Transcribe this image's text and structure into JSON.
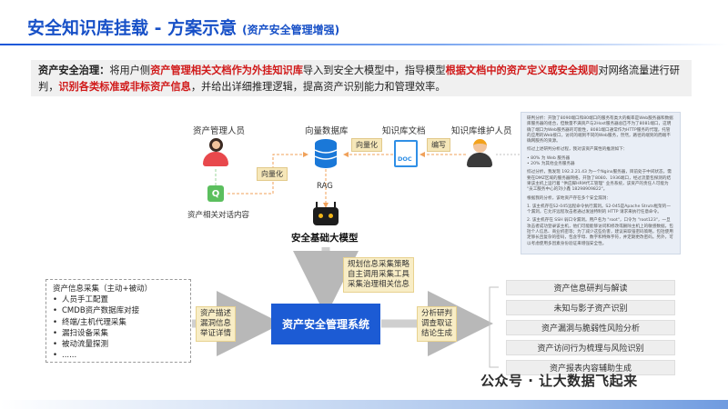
{
  "title": {
    "main": "安全知识库挂载 - 方案示意",
    "sub": "(资产安全管理增强)"
  },
  "summary": {
    "lead": "资产安全治理：",
    "p1": "将用户侧",
    "r1": "资产管理相关文档作为外挂知识库",
    "p2": "导入到安全大模型中，指导模型",
    "r2": "根据文档中的资产定义或安全规则",
    "p3": "对网络流量进行研判，",
    "r3": "识别各类标准或非标资产信息",
    "p4": "，并给出详细推理逻辑，提高资产识别能力和管理效率。"
  },
  "diagram": {
    "asset_admin": "资产管理人员",
    "vector_db": "向量数据库",
    "kb_doc": "知识库文档",
    "kb_maintainer": "知识库维护人员",
    "vectorize_left": "向量化",
    "vectorize_right": "向量化",
    "write": "编写",
    "rag": "RAG",
    "doc_icon_text": "DOC",
    "chat_label": "资产相关对话内容",
    "model_label": "安全基础大模型",
    "strategy_note": [
      "规划信息采集策略",
      "自主调用采集工具",
      "采集治理相关信息"
    ],
    "left_note": [
      "资产描述",
      "漏洞信息",
      "举证详情"
    ],
    "right_note": [
      "分析研判",
      "调查取证",
      "结论生成"
    ],
    "system": "资产安全管理系统"
  },
  "info_panel": {
    "p1": "研判分析：开放了8090端口和80端口的服务有类大的概率是Web服务器和数据库服务器的组合，但数量不满资产与2Host服务器总匹不为了8081端口，这明确了端口为Web服务器的可能性，8081端口通常作为HTTP服务的代理，托管的应用的Web接口，访问的端到不同的Web服务，然然，路径的端到的而端不确网服务的资源。",
    "p2": "综过上述研判分析过程，我对该资产属性的推测如下：",
    "b1": "• 80% 为 Web 服务器",
    "b2": "• 20% 为其他业务服务器",
    "p3": "综过分析，我发现 192.2.21.43 为一个Nginx服务器，目前处于中间状态，需要在DMZ区域的服务器网络，开放了8080、1936端口，经过流量包探测的结果该主机上运行着 \"供应脚HRM代工管理\" 业务系统，该资产的责任人可能为 \"员工服务中心的刘小鑫 18298909822\"。",
    "p4": "根据我的分析，该地资产存在多个安全漏洞：",
    "n1": "1. 该主机存在S2-045远程命令执行漏洞。S2-045是Apache Struts框架的一个漏洞，它允许远程攻击者通过发送特制的 HTTP 请求来执行任意命令。",
    "n2": "2. 该主机存在 SSH 弱口令漏洞。用户名为 \"root\"，口令为 \"root123\"，一旦攻击者成功登录该主机，他们可能能够访问和修改或删除主机上的敏感数据，包括个人信息、商业机密等；为了减少这些危害，建议采取强密码策略，包括使用足够长且复杂的密码，包含字母、数字和特殊字符，并定期更改密码。另外，可以考虑使用多因素身份验证来增强安全性。"
  },
  "collection": {
    "title": "资产信息采集（主动+被动）",
    "items": [
      "人员手工配置",
      "CMDB资产数据库对接",
      "终端/主机代理采集",
      "漏扫设备采集",
      "被动流量探测",
      "......"
    ]
  },
  "outputs": [
    "资产信息研判与解读",
    "未知与影子资产识别",
    "资产漏洞与脆弱性风险分析",
    "资产访问行为梳理与风险识别",
    "资产报表内容辅助生成"
  ],
  "watermark": "公众号 · 让大数据飞起来",
  "colors": {
    "accent": "#1c5bd4",
    "highlight": "#d01818",
    "note": "#f8edc6"
  }
}
